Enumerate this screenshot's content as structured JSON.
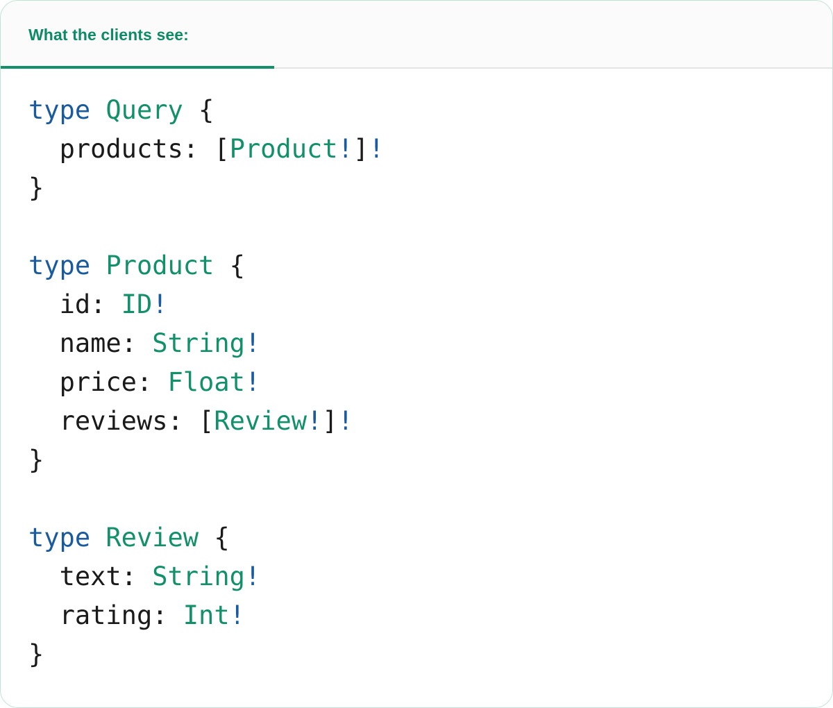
{
  "card": {
    "accent_green": "#12906a",
    "keyword_blue": "#1a5a9e",
    "punctuation_dark": "#1a1a1a",
    "header_background": "#fbfbfb",
    "body_background": "#ffffff",
    "border_color": "#bfe3d2"
  },
  "header": {
    "tab_label": "What the clients see:",
    "tab_active": true
  },
  "schema": {
    "language": "graphql",
    "lines": [
      {
        "indent": 0,
        "tokens": [
          {
            "text": "type",
            "kind": "keyword"
          },
          {
            "text": " ",
            "kind": "punc"
          },
          {
            "text": "Query",
            "kind": "type"
          },
          {
            "text": " {",
            "kind": "punc"
          }
        ]
      },
      {
        "indent": 1,
        "tokens": [
          {
            "text": "products:",
            "kind": "field"
          },
          {
            "text": " [",
            "kind": "punc"
          },
          {
            "text": "Product",
            "kind": "type"
          },
          {
            "text": "!",
            "kind": "bang"
          },
          {
            "text": "]",
            "kind": "punc"
          },
          {
            "text": "!",
            "kind": "bang"
          }
        ]
      },
      {
        "indent": 0,
        "tokens": [
          {
            "text": "}",
            "kind": "punc"
          }
        ]
      },
      {
        "indent": 0,
        "tokens": []
      },
      {
        "indent": 0,
        "tokens": [
          {
            "text": "type",
            "kind": "keyword"
          },
          {
            "text": " ",
            "kind": "punc"
          },
          {
            "text": "Product",
            "kind": "type"
          },
          {
            "text": " {",
            "kind": "punc"
          }
        ]
      },
      {
        "indent": 1,
        "tokens": [
          {
            "text": "id:",
            "kind": "field"
          },
          {
            "text": " ",
            "kind": "punc"
          },
          {
            "text": "ID",
            "kind": "type"
          },
          {
            "text": "!",
            "kind": "bang"
          }
        ]
      },
      {
        "indent": 1,
        "tokens": [
          {
            "text": "name:",
            "kind": "field"
          },
          {
            "text": " ",
            "kind": "punc"
          },
          {
            "text": "String",
            "kind": "type"
          },
          {
            "text": "!",
            "kind": "bang"
          }
        ]
      },
      {
        "indent": 1,
        "tokens": [
          {
            "text": "price:",
            "kind": "field"
          },
          {
            "text": " ",
            "kind": "punc"
          },
          {
            "text": "Float",
            "kind": "type"
          },
          {
            "text": "!",
            "kind": "bang"
          }
        ]
      },
      {
        "indent": 1,
        "tokens": [
          {
            "text": "reviews:",
            "kind": "field"
          },
          {
            "text": " [",
            "kind": "punc"
          },
          {
            "text": "Review",
            "kind": "type"
          },
          {
            "text": "!",
            "kind": "bang"
          },
          {
            "text": "]",
            "kind": "punc"
          },
          {
            "text": "!",
            "kind": "bang"
          }
        ]
      },
      {
        "indent": 0,
        "tokens": [
          {
            "text": "}",
            "kind": "punc"
          }
        ]
      },
      {
        "indent": 0,
        "tokens": []
      },
      {
        "indent": 0,
        "tokens": [
          {
            "text": "type",
            "kind": "keyword"
          },
          {
            "text": " ",
            "kind": "punc"
          },
          {
            "text": "Review",
            "kind": "type"
          },
          {
            "text": " {",
            "kind": "punc"
          }
        ]
      },
      {
        "indent": 1,
        "tokens": [
          {
            "text": "text:",
            "kind": "field"
          },
          {
            "text": " ",
            "kind": "punc"
          },
          {
            "text": "String",
            "kind": "type"
          },
          {
            "text": "!",
            "kind": "bang"
          }
        ]
      },
      {
        "indent": 1,
        "tokens": [
          {
            "text": "rating:",
            "kind": "field"
          },
          {
            "text": " ",
            "kind": "punc"
          },
          {
            "text": "Int",
            "kind": "type"
          },
          {
            "text": "!",
            "kind": "bang"
          }
        ]
      },
      {
        "indent": 0,
        "tokens": [
          {
            "text": "}",
            "kind": "punc"
          }
        ]
      }
    ]
  }
}
